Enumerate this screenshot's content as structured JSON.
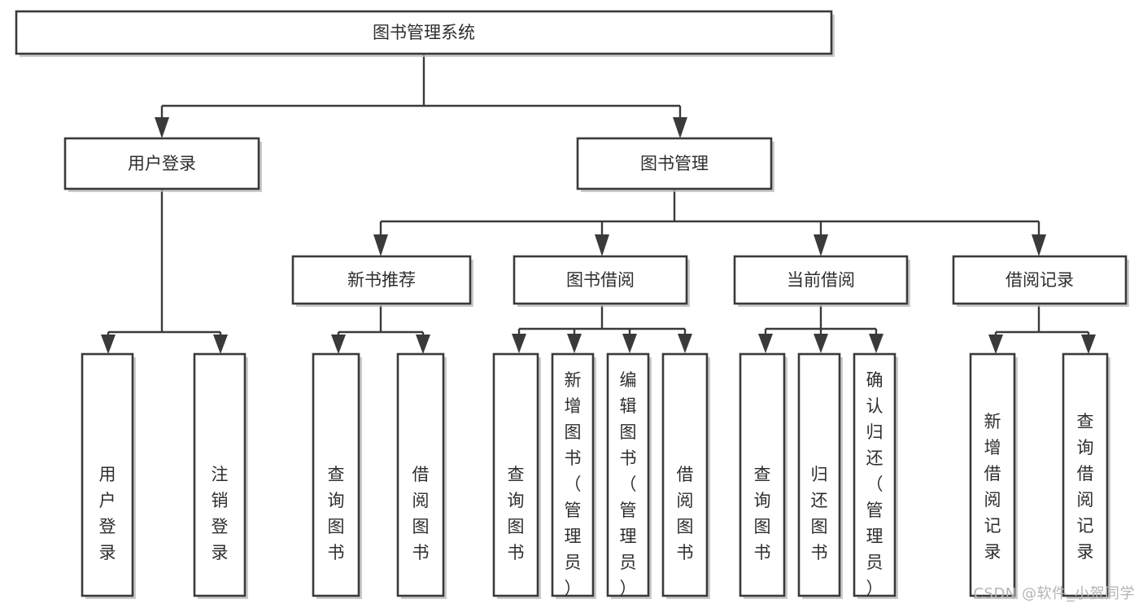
{
  "diagram": {
    "type": "tree",
    "title": "图书管理系统",
    "orientation": "top-down",
    "edge_style": "orthogonal-arrow",
    "colors": {
      "box_fill": "#ffffff",
      "box_stroke": "#3a3a3a",
      "text": "#2e2e2e",
      "watermark": "#b4b4b4"
    },
    "root": {
      "id": "root",
      "label": "图书管理系统",
      "orientation": "horizontal"
    },
    "level2": [
      {
        "id": "user-login",
        "label": "用户登录",
        "orientation": "horizontal"
      },
      {
        "id": "book-manage",
        "label": "图书管理",
        "orientation": "horizontal"
      }
    ],
    "level3": [
      {
        "id": "new-book-recommend",
        "label": "新书推荐",
        "orientation": "horizontal",
        "parent": "book-manage"
      },
      {
        "id": "book-borrow",
        "label": "图书借阅",
        "orientation": "horizontal",
        "parent": "book-manage"
      },
      {
        "id": "current-borrow",
        "label": "当前借阅",
        "orientation": "horizontal",
        "parent": "book-manage"
      },
      {
        "id": "borrow-record",
        "label": "借阅记录",
        "orientation": "horizontal",
        "parent": "book-manage"
      }
    ],
    "leaves": [
      {
        "id": "leaf-user-login",
        "label": "用户登录",
        "orientation": "vertical",
        "parent": "user-login"
      },
      {
        "id": "leaf-logout-login",
        "label": "注销登录",
        "orientation": "vertical",
        "parent": "user-login"
      },
      {
        "id": "leaf-query-book-1",
        "label": "查询图书",
        "orientation": "vertical",
        "parent": "new-book-recommend"
      },
      {
        "id": "leaf-borrow-book-1",
        "label": "借阅图书",
        "orientation": "vertical",
        "parent": "new-book-recommend"
      },
      {
        "id": "leaf-query-book-2",
        "label": "查询图书",
        "orientation": "vertical",
        "parent": "book-borrow"
      },
      {
        "id": "leaf-add-book",
        "label": "新增图书（管理员）",
        "orientation": "vertical",
        "parent": "book-borrow"
      },
      {
        "id": "leaf-edit-book",
        "label": "编辑图书（管理员）",
        "orientation": "vertical",
        "parent": "book-borrow"
      },
      {
        "id": "leaf-borrow-book-2",
        "label": "借阅图书",
        "orientation": "vertical",
        "parent": "book-borrow"
      },
      {
        "id": "leaf-query-book-3",
        "label": "查询图书",
        "orientation": "vertical",
        "parent": "current-borrow"
      },
      {
        "id": "leaf-return-book",
        "label": "归还图书",
        "orientation": "vertical",
        "parent": "current-borrow"
      },
      {
        "id": "leaf-confirm-return",
        "label": "确认归还（管理员）",
        "orientation": "vertical",
        "parent": "current-borrow"
      },
      {
        "id": "leaf-add-record",
        "label": "新增借阅记录",
        "orientation": "vertical",
        "parent": "borrow-record"
      },
      {
        "id": "leaf-query-record",
        "label": "查询借阅记录",
        "orientation": "vertical",
        "parent": "borrow-record"
      }
    ]
  },
  "watermark": {
    "text": "CSDN @软件_小贺同学"
  }
}
